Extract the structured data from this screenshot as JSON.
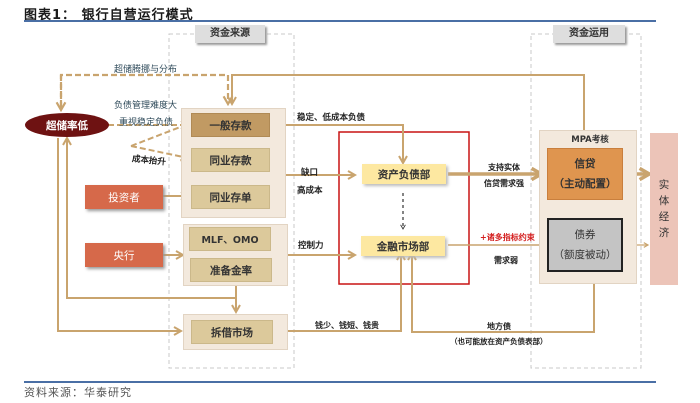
{
  "title": "图表1： 银行自营运行模式",
  "source": "资料来源：华泰研究",
  "sections": {
    "funding_source": "资金来源",
    "funding_use": "资金运用"
  },
  "nodes": {
    "low_excess_reserve": "超储率低",
    "investor": "投资者",
    "central_bank": "央行",
    "general_deposit": "一般存款",
    "interbank_deposit": "同业存款",
    "interbank_cd": "同业存单",
    "mlf_omo": "MLF、OMO",
    "reserve_ratio": "准备金率",
    "interbank_lending": "拆借市场",
    "alm_dept": "资产负债部",
    "fin_market_dept": "金融市场部",
    "mpa": "MPA考核",
    "credit_line1": "信贷",
    "credit_line2": "（主动配置）",
    "bond_line1": "债券",
    "bond_line2": "（额度被动）",
    "real_economy": [
      "实",
      "体",
      "经",
      "济"
    ]
  },
  "labels": {
    "excess_reserve_distribution": "超储腾挪与分布",
    "liability_mgmt_hard": "负债管理难度大",
    "value_stable_liab": "重视稳定负债",
    "cost_rise": "成本抬升",
    "stable_low_cost": "稳定、低成本负债",
    "gap": "缺口",
    "high_cost": "高成本",
    "control": "控制力",
    "support_real1": "支持实体",
    "support_real2": "信贷需求强",
    "constraints": "+诸多指标约束",
    "weak_demand": "需求弱",
    "money_scarce": "钱少、钱短、钱贵",
    "local_bond": "地方债",
    "local_bond_note": "（也可能放在资产负债表部）"
  }
}
